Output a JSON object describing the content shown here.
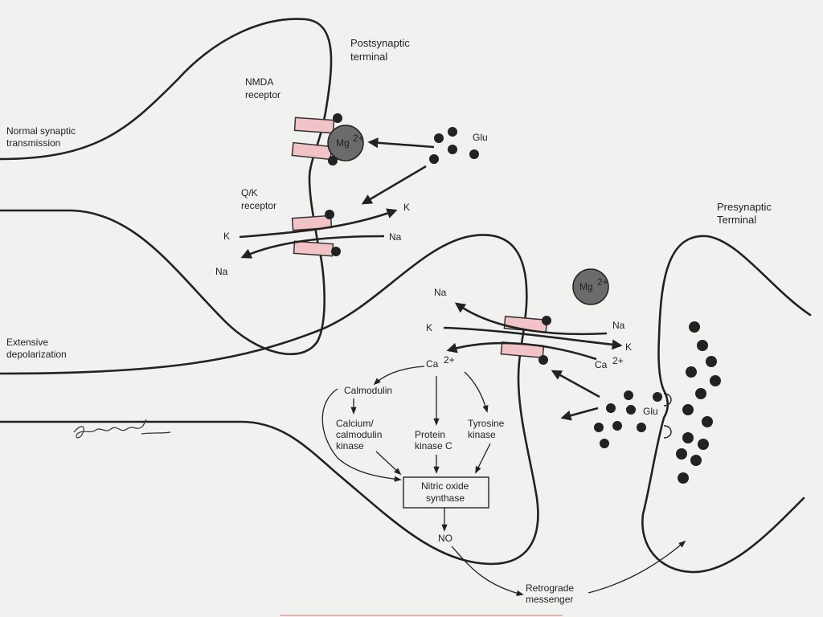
{
  "labels": {
    "postsynaptic": [
      "Postsynaptic",
      "terminal"
    ],
    "nmda": [
      "NMDA",
      "receptor"
    ],
    "normal": [
      "Normal synaptic",
      "transmission"
    ],
    "glu_top": "Glu",
    "mg_top": "Mg",
    "mg_sup": "2+",
    "qk": [
      "Q/K",
      "receptor"
    ],
    "k_top_right": "K",
    "k_top_left": "K",
    "na_top_right": "Na",
    "na_top_left": "Na",
    "presynaptic": [
      "Presynaptic",
      "Terminal"
    ],
    "mg_mid": "Mg",
    "na_mid_left": "Na",
    "na_mid_right": "Na",
    "k_mid_left": "K",
    "k_mid_right": "K",
    "ca_left": "Ca",
    "ca_right": "Ca",
    "extensive": [
      "Extensive",
      "depolarization"
    ],
    "calmodulin": "Calmodulin",
    "cam_kinase": [
      "Calcium/",
      "calmodulin",
      "kinase"
    ],
    "pkc": [
      "Protein",
      "kinase C"
    ],
    "tyr": [
      "Tyrosine",
      "kinase"
    ],
    "nos": [
      "Nitric oxide",
      "synthase"
    ],
    "no": "NO",
    "retro": [
      "Retrograde",
      "messenger"
    ],
    "glu_pre": "Glu",
    "signature": "Schwarz"
  },
  "colors": {
    "receptor": "#f2c3c6",
    "ink": "#222222",
    "magnesium": "#6b6b6b",
    "background": "#f1f1ef"
  }
}
